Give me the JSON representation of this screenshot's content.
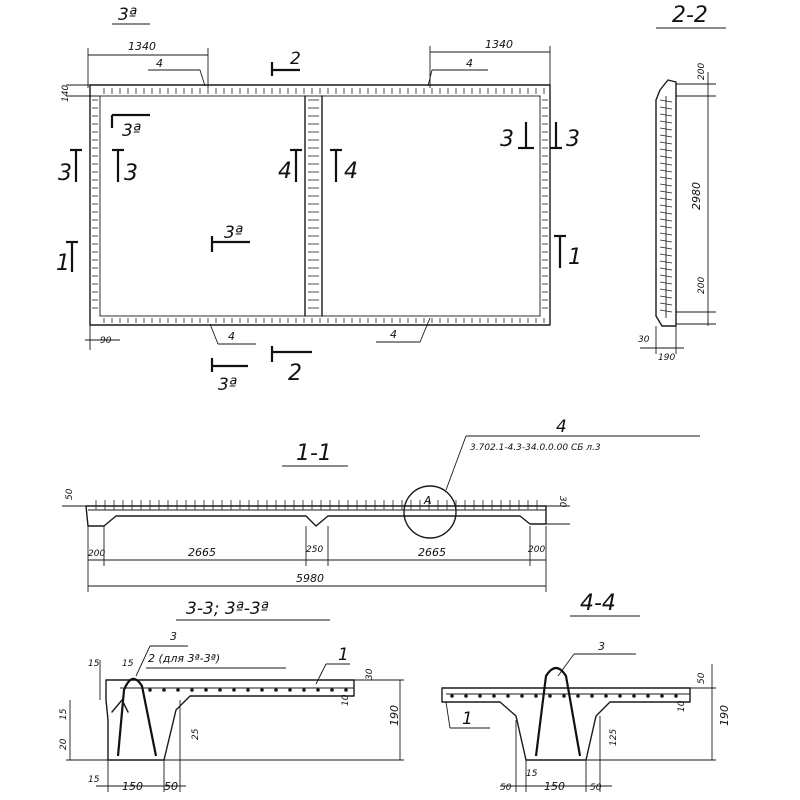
{
  "plan": {
    "top_label": "3ª",
    "dim_left": "1340",
    "dim_right": "1340",
    "ref_4_top_left": "4",
    "ref_4_top_right": "4",
    "section_2_top": "2",
    "dim_140": "140",
    "dim_90": "90",
    "cut_3a_inner": "3ª",
    "cut_3_left_a": "3",
    "cut_3_left_b": "3",
    "cut_4_a": "4",
    "cut_4_b": "4",
    "cut_3a_center": "3ª",
    "cut_1_left": "1",
    "cut_1_right": "1",
    "cut_3_right_a": "3",
    "cut_3_right_b": "3",
    "ref_4_bottom_left": "4",
    "ref_4_bottom_right": "4",
    "cut_3a_bottom": "3ª",
    "cut_2_bottom": "2"
  },
  "section_2_2": {
    "title": "2-2",
    "dim_top": "200",
    "dim_main": "2980",
    "dim_bottom": "200",
    "dim_30": "30",
    "dim_190": "190"
  },
  "section_1_1": {
    "title": "1-1",
    "ref_number": "4",
    "ref_doc": "3.702.1-4.3-34.0.0.00 СБ л.3",
    "detail_letter": "A",
    "dim_50": "50",
    "dim_30": "30",
    "dim_left_end": "200",
    "dim_span_left": "2665",
    "dim_middle": "250",
    "dim_span_right": "2665",
    "dim_right_end": "200",
    "dim_total": "5980"
  },
  "section_3_3": {
    "title": "3-3; 3ª-3ª",
    "ref_3": "3",
    "ref_2_note": "2 (для 3ª-3ª)",
    "ref_1": "1",
    "dim_15a": "15",
    "dim_15b": "15",
    "dim_15c": "15",
    "dim_20": "20",
    "dim_30": "30",
    "dim_10": "10",
    "dim_25": "25",
    "dim_190": "190",
    "dim_15d": "15",
    "dim_150": "150",
    "dim_50": "50"
  },
  "section_4_4": {
    "title": "4-4",
    "ref_3": "3",
    "ref_1": "1",
    "dim_10": "10",
    "dim_50": "50",
    "dim_125": "125",
    "dim_190": "190",
    "dim_50a": "50",
    "dim_15": "15",
    "dim_150": "150",
    "dim_50b": "50"
  }
}
